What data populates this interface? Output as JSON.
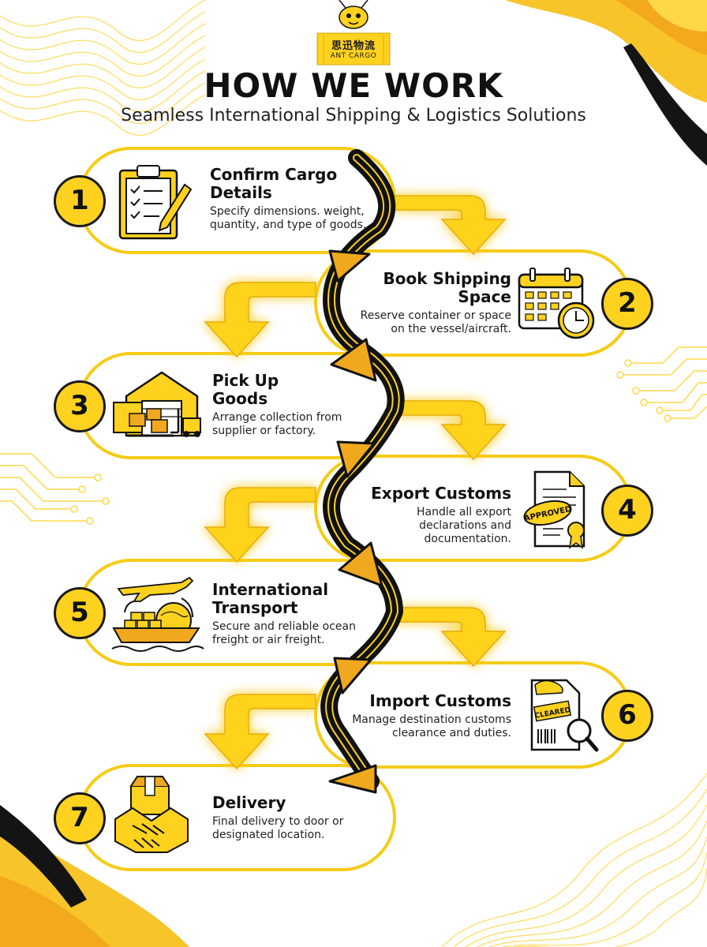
{
  "brand": {
    "name_cn": "思迅物流",
    "name_en": "ANT CARGO"
  },
  "title": "HOW WE WORK",
  "subtitle": "Seamless International Shipping & Logistics Solutions",
  "steps": [
    {
      "number": "1",
      "title": "Confirm Cargo Details",
      "title_l1": "Confirm Cargo",
      "title_l2": "Details",
      "desc_l1": "Specify dimensions. weight,",
      "desc_l2": "quantity, and type of goods.",
      "icon": "clipboard-checklist-icon"
    },
    {
      "number": "2",
      "title": "Book Shipping Space",
      "title_l1": "Book Shipping",
      "title_l2": "Space",
      "desc_l1": "Reserve container or space",
      "desc_l2": "on the vessel/aircraft.",
      "icon": "calendar-clock-icon"
    },
    {
      "number": "3",
      "title": "Pick Up Goods",
      "title_l1": "Pick Up",
      "title_l2": "Goods",
      "desc_l1": "Arrange collection from",
      "desc_l2": "supplier or factory.",
      "icon": "warehouse-forklift-icon"
    },
    {
      "number": "4",
      "title": "Export Customs",
      "title_l1": "Export Customs",
      "desc_l1": "Handle all export",
      "desc_l2": "declarations and",
      "desc_l3": "documentation.",
      "stamp": "APPROVED",
      "icon": "approved-document-icon"
    },
    {
      "number": "5",
      "title": "International Transport",
      "title_l1": "International",
      "title_l2": "Transport",
      "desc_l1": "Secure and reliable ocean",
      "desc_l2": "freight or air freight.",
      "icon": "plane-ship-globe-icon"
    },
    {
      "number": "6",
      "title": "Import Customs",
      "title_l1": "Import Customs",
      "desc_l1": "Manage destination customs",
      "desc_l2": "clearance and duties.",
      "stamp": "CLEARED",
      "icon": "cleared-document-icon"
    },
    {
      "number": "7",
      "title": "Delivery",
      "title_l1": "Delivery",
      "desc_l1": "Final delivery to door or",
      "desc_l2": "designated location.",
      "icon": "handshake-box-icon"
    }
  ],
  "colors": {
    "accent": "#ffd21f",
    "accent_dark": "#f0a81e",
    "ink": "#111111",
    "background": "#ffffff"
  }
}
